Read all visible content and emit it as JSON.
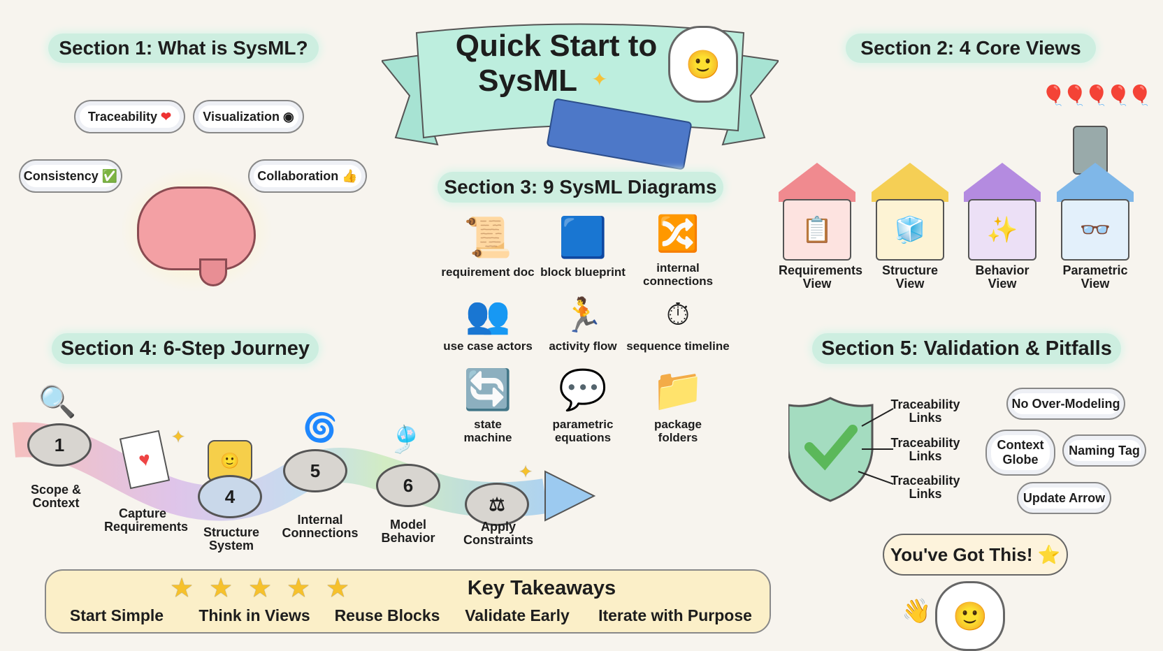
{
  "title": {
    "line1": "Quick Start to",
    "line2": "SysML"
  },
  "section1": {
    "title": "Section 1: What is SysML?",
    "clouds": [
      {
        "label": "Traceability",
        "icon": "heart-icon",
        "glyph": "❤"
      },
      {
        "label": "Visualization",
        "icon": "eye-icon",
        "glyph": "◉"
      },
      {
        "label": "Consistency",
        "icon": "check-icon",
        "glyph": "✅"
      },
      {
        "label": "Collaboration",
        "icon": "handshake-icon",
        "glyph": "👍"
      }
    ]
  },
  "section2": {
    "title": "Section 2: 4 Core Views",
    "views": [
      {
        "label": "Requirements View",
        "color": "#f08a8f",
        "glyph": "📋"
      },
      {
        "label": "Structure View",
        "color": "#f5cf55",
        "glyph": "🧊"
      },
      {
        "label": "Behavior View",
        "color": "#b48be0",
        "glyph": "✨"
      },
      {
        "label": "Parametric View",
        "color": "#7fb7e8",
        "glyph": "👓"
      }
    ]
  },
  "section3": {
    "title": "Section 3: 9 SysML Diagrams",
    "diagrams": [
      {
        "label": "requirement doc",
        "glyph": "📜"
      },
      {
        "label": "block blueprint",
        "glyph": "🟦"
      },
      {
        "label": "internal connections",
        "glyph": "🔀"
      },
      {
        "label": "use case actors",
        "glyph": "👥"
      },
      {
        "label": "activity flow",
        "glyph": "🏃"
      },
      {
        "label": "sequence timeline",
        "glyph": "⏱"
      },
      {
        "label": "state machine",
        "glyph": "🔄"
      },
      {
        "label": "parametric equations",
        "glyph": "💬"
      },
      {
        "label": "package folders",
        "glyph": "📁"
      }
    ]
  },
  "section4": {
    "title": "Section 4: 6-Step Journey",
    "steps": [
      {
        "number": "1",
        "label": "Scope & Context"
      },
      {
        "number": "",
        "label": "Capture Requirements"
      },
      {
        "number": "4",
        "label": "Structure System"
      },
      {
        "number": "5",
        "label": "Internal Connections"
      },
      {
        "number": "6",
        "label": "Model Behavior"
      },
      {
        "number": "",
        "label": "Apply Constraints"
      }
    ]
  },
  "section5": {
    "title": "Section 5: Validation & Pitfalls",
    "shield_links": [
      "Traceability Links",
      "Traceability Links",
      "Traceability Links"
    ],
    "pitfalls": [
      "No Over-Modeling",
      "Context Globe",
      "Naming Tag",
      "Update Arrow"
    ]
  },
  "encouragement": "You've Got This! ⭐",
  "takeaways": {
    "title": "Key Takeaways",
    "stars": 5,
    "items": [
      "Start Simple",
      "Think in Views",
      "Reuse Blocks",
      "Validate Early",
      "Iterate with Purpose"
    ]
  }
}
